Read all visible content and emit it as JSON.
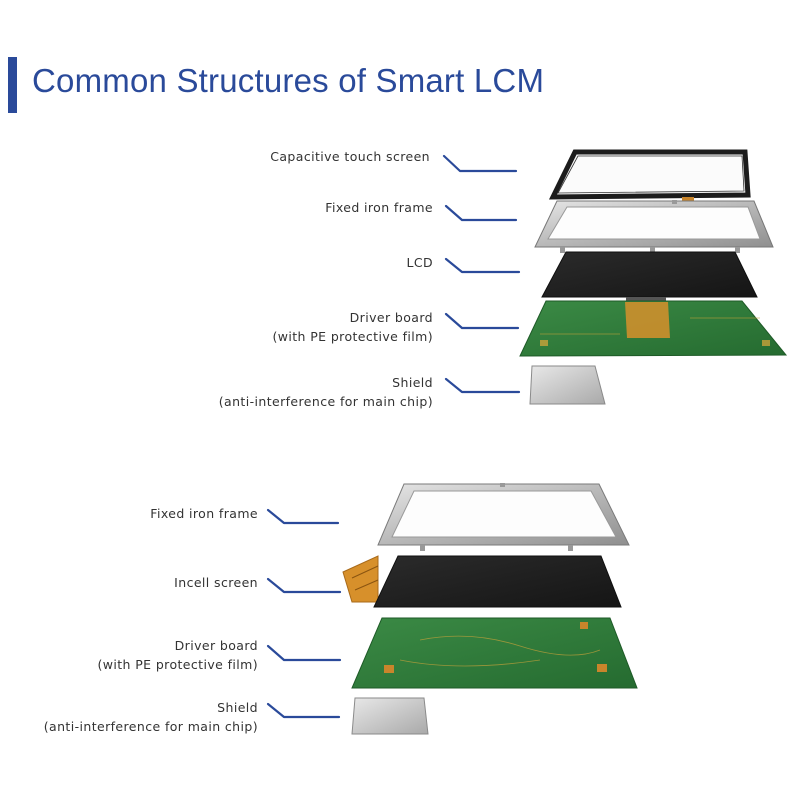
{
  "title": "Common Structures of Smart LCM",
  "colors": {
    "accent": "#2a4a9a",
    "title_text": "#2a4a9a",
    "leader": "#2a4a9a",
    "pcb_green": "#2e7d3a",
    "lcd_black": "#1f1f1f",
    "shield_silver": "#cfcfcf",
    "fpc_orange": "#d7902b"
  },
  "top_section": {
    "labels": [
      {
        "line1": "Capacitive touch screen",
        "line2": ""
      },
      {
        "line1": "Fixed iron frame",
        "line2": ""
      },
      {
        "line1": "LCD",
        "line2": ""
      },
      {
        "line1": "Driver board",
        "line2": "(with PE protective film)"
      },
      {
        "line1": "Shield",
        "line2": "(anti-interference for main chip)"
      }
    ]
  },
  "bottom_section": {
    "labels": [
      {
        "line1": "Fixed iron frame",
        "line2": ""
      },
      {
        "line1": "Incell screen",
        "line2": ""
      },
      {
        "line1": "Driver board",
        "line2": "(with PE protective film)"
      },
      {
        "line1": "Shield",
        "line2": "(anti-interference for main chip)"
      }
    ]
  }
}
